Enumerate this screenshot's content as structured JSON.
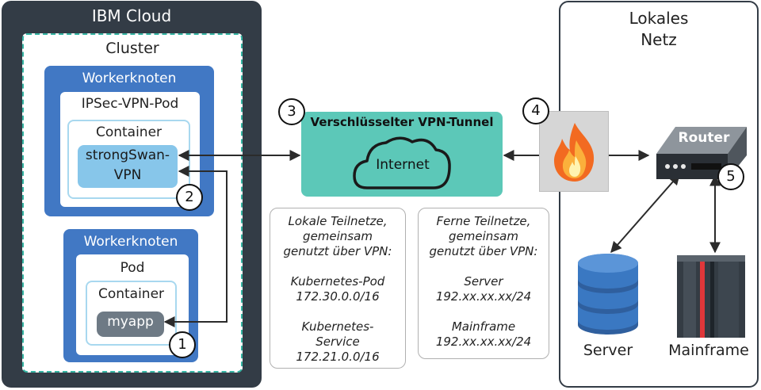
{
  "ibm_cloud": {
    "title": "IBM Cloud",
    "cluster": {
      "title": "Cluster",
      "worker_top": {
        "label": "Workerknoten",
        "pod_label": "IPSec-VPN-Pod",
        "container_label": "Container",
        "app_label": "strongSwan-\nVPN"
      },
      "worker_bottom": {
        "label": "Workerknoten",
        "pod_label": "Pod",
        "container_label": "Container",
        "app_label": "myapp"
      }
    }
  },
  "tunnel": {
    "title": "Verschlüsselter VPN-Tunnel",
    "cloud_label": "Internet"
  },
  "local_subnets": {
    "text": "Lokale Teilnetze,\ngemeinsam\ngenutzt über VPN:\n\nKubernetes-Pod\n172.30.0.0/16\n\nKubernetes-\nService\n172.21.0.0/16"
  },
  "remote_subnets": {
    "text": "Ferne Teilnetze,\ngemeinsam\ngenutzt über VPN:\n\nServer\n192.xx.xx.xx/24\n\nMainframe\n192.xx.xx.xx/24"
  },
  "local_network": {
    "title": "Lokales\nNetz",
    "router_label": "Router",
    "server_label": "Server",
    "mainframe_label": "Mainframe"
  },
  "steps": [
    "1",
    "2",
    "3",
    "4",
    "5"
  ],
  "colors": {
    "cloud_bg": "#333c46",
    "cluster_border": "#36b5a3",
    "worker_blue": "#4178c4",
    "container_border": "#a8d8ef",
    "strongswan_fill": "#87c6ea",
    "tunnel_teal": "#5cc8b8",
    "server_blue": "#3a78c2",
    "mainframe_stripe": "#e0373a"
  }
}
